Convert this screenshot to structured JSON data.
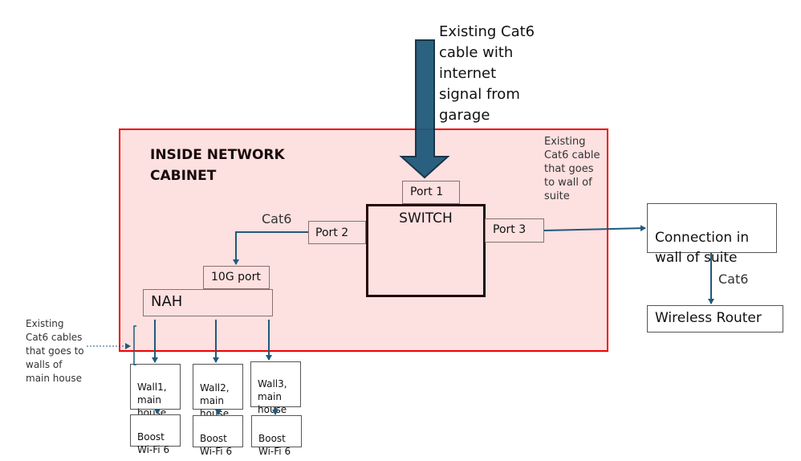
{
  "incoming_cable_label": "Existing Cat6\ncable with\ninternet\nsignal from\ngarage",
  "cabinet": {
    "title": "INSIDE NETWORK\nCABINET"
  },
  "switch": {
    "label": "SWITCH",
    "ports": {
      "port1": "Port 1",
      "port2": "Port 2",
      "port3": "Port 3"
    }
  },
  "suite_cable_note": "Existing\nCat6 cable\nthat goes\nto wall of\nsuite",
  "port2_cable_label": "Cat6",
  "nah": {
    "label": "NAH",
    "port_label": "10G port"
  },
  "suite": {
    "connection_label": "Connection in\nwall of suite",
    "cable_label": "Cat6",
    "router_label": "Wireless Router"
  },
  "main_house_note": "Existing\nCat6 cables\nthat goes to\nwalls of\nmain house",
  "walls": [
    {
      "wall_label": "Wall1,\nmain\nhouse",
      "boost_label": "Boost\nWi-Fi 6"
    },
    {
      "wall_label": "Wall2,\nmain\nhouse",
      "boost_label": "Boost\nWi-Fi 6"
    },
    {
      "wall_label": "Wall3,\nmain\nhouse",
      "boost_label": "Boost\nWi-Fi 6"
    }
  ],
  "colors": {
    "cabinet_fill": "#fde0e0",
    "cabinet_border": "#f00000",
    "wire": "#1f5a7a",
    "big_arrow": "#1f5a7a"
  }
}
